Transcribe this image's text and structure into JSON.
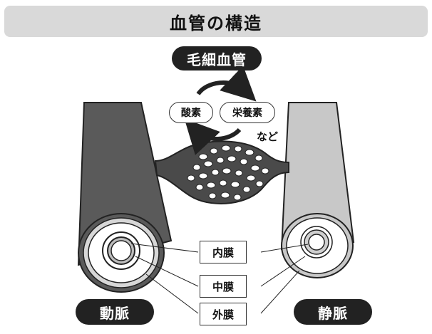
{
  "title": "血管の構造",
  "capillary_label": "毛細血管",
  "exchange": {
    "left_bubble": "酸素",
    "right_bubble": "栄養素",
    "etc": "など"
  },
  "layers": {
    "inner": "内膜",
    "middle": "中膜",
    "outer": "外膜"
  },
  "artery_label": "動脈",
  "vein_label": "静脈",
  "colors": {
    "artery_wall": "#5a5a5a",
    "vein_wall": "#c8c8c8",
    "title_bg": "#d9d9d9",
    "label_bg": "#222222"
  }
}
